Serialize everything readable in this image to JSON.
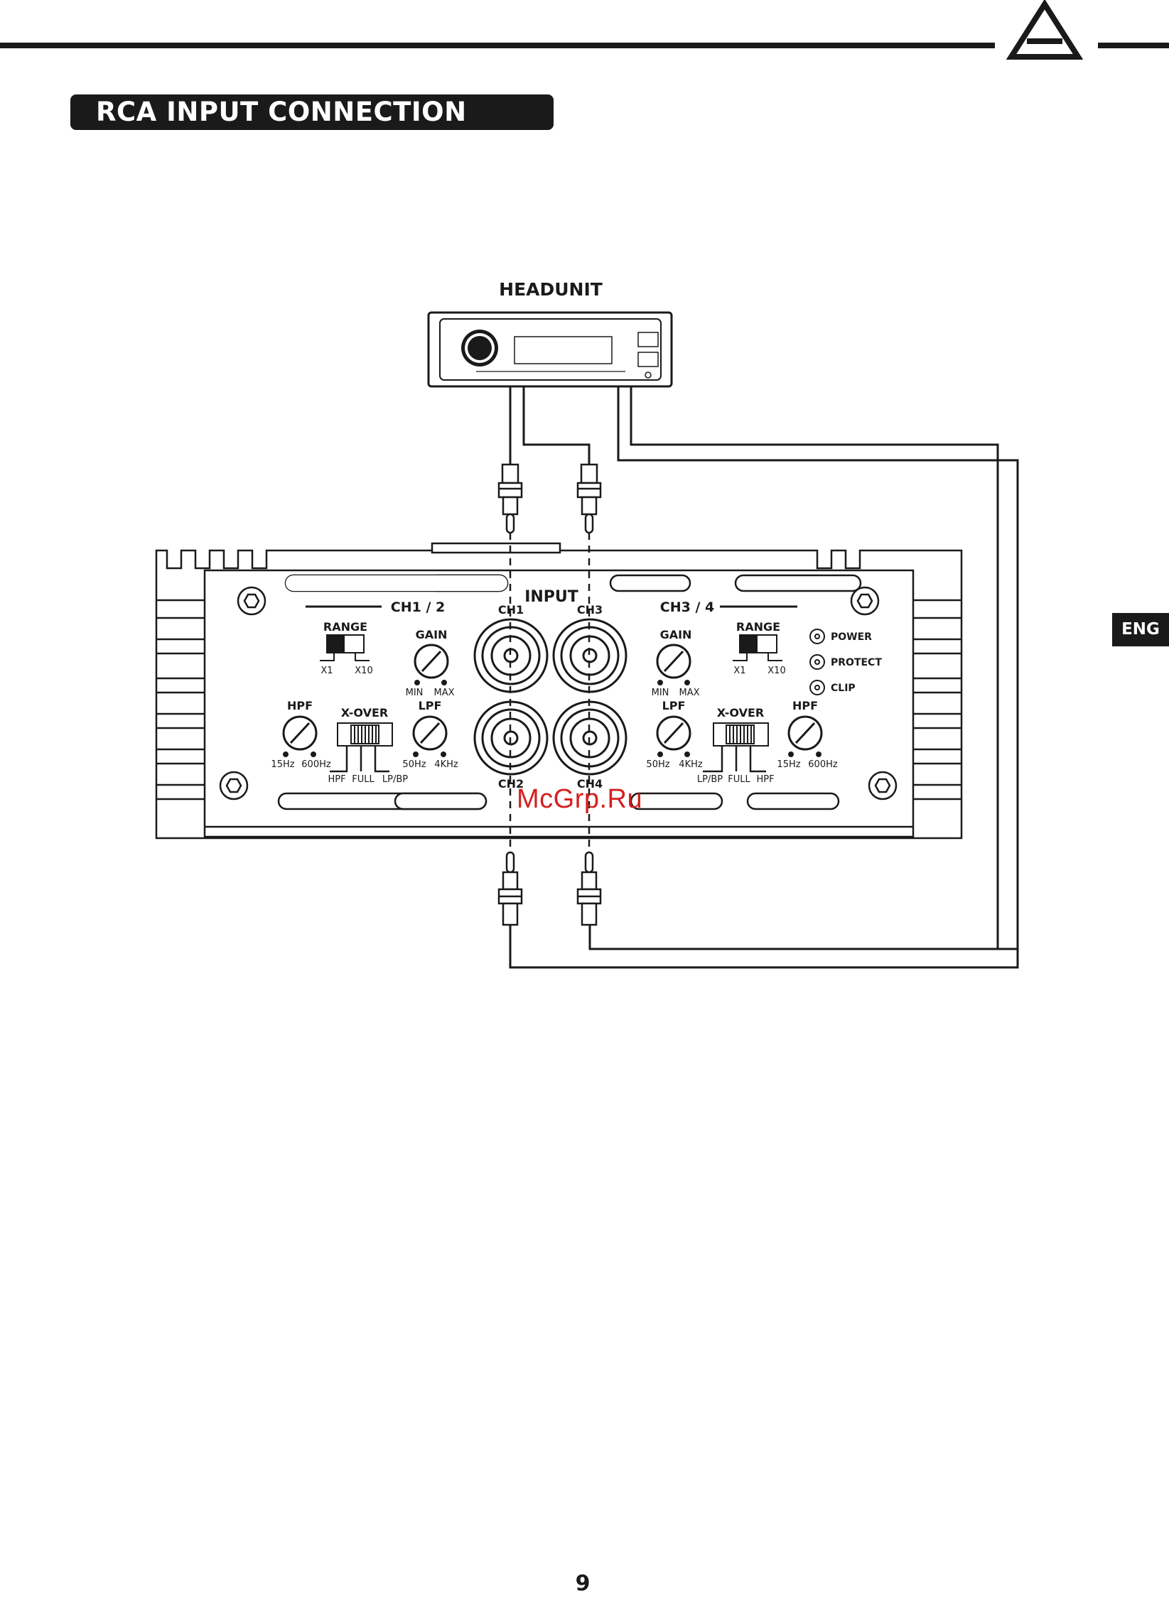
{
  "header": {
    "section_title": "RCA INPUT CONNECTION",
    "lang_badge": "ENG",
    "page_number": "9"
  },
  "diagram": {
    "headunit_label": "HEADUNIT",
    "input_label": "INPUT",
    "group_left": "CH1 / 2",
    "group_right": "CH3 / 4",
    "channels": [
      "CH1",
      "CH3",
      "CH2",
      "CH4"
    ],
    "range_label": "RANGE",
    "range_options": [
      "X1",
      "X10"
    ],
    "gain_label": "GAIN",
    "gain_marks": [
      "MIN",
      "MAX"
    ],
    "lpf_label": "LPF",
    "lpf_marks": [
      "50Hz",
      "4KHz"
    ],
    "hpf_label": "HPF",
    "hpf_marks": [
      "15Hz",
      "600Hz"
    ],
    "xover_label": "X-OVER",
    "xover_left_options": [
      "HPF",
      "FULL",
      "LP/BP"
    ],
    "xover_right_options": [
      "LP/BP",
      "FULL",
      "HPF"
    ],
    "leds": [
      "POWER",
      "PROTECT",
      "CLIP"
    ]
  },
  "watermark": "McGrp.Ru"
}
